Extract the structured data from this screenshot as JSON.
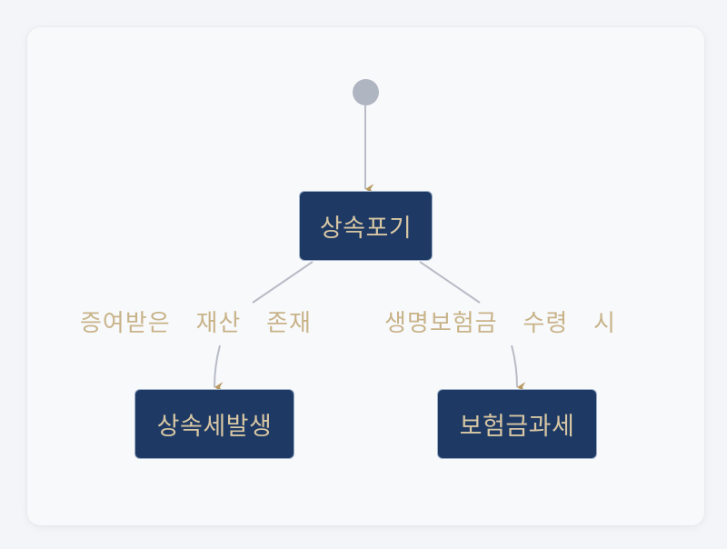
{
  "diagram": {
    "type": "state-flow",
    "colors": {
      "background": "#f3f5f8",
      "card": "#f8f9fb",
      "node_fill": "#1e3a64",
      "node_border": "#9fb0c8",
      "node_text": "#d8c7a4",
      "edge_line": "#b8bcc6",
      "arrowhead": "#b89a62",
      "edge_label": "#c8b389",
      "start_node": "#afb5c1"
    },
    "nodes": [
      {
        "id": "start",
        "label": ""
      },
      {
        "id": "renounce",
        "label": "상속포기"
      },
      {
        "id": "inheritance_tax",
        "label": "상속세발생"
      },
      {
        "id": "insurance_tax",
        "label": "보험금과세"
      }
    ],
    "edges": [
      {
        "from": "start",
        "to": "renounce",
        "label": ""
      },
      {
        "from": "renounce",
        "to": "inheritance_tax",
        "label": "증여받은   재산   존재"
      },
      {
        "from": "renounce",
        "to": "insurance_tax",
        "label": "생명보험금   수령   시"
      }
    ]
  }
}
